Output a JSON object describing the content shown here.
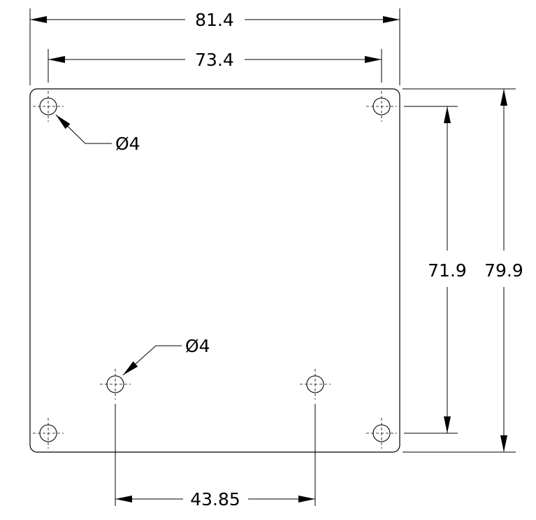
{
  "drawing": {
    "line_color": "#000000",
    "background": "#ffffff",
    "dimensions": {
      "overall_width": "81.4",
      "hole_spacing_width": "73.4",
      "hole_spacing_height": "71.9",
      "overall_height": "79.9",
      "bottom_hole_spacing": "43.85"
    },
    "callouts": {
      "corner_hole_diameter": "Ø4",
      "bottom_hole_diameter": "Ø4"
    }
  }
}
